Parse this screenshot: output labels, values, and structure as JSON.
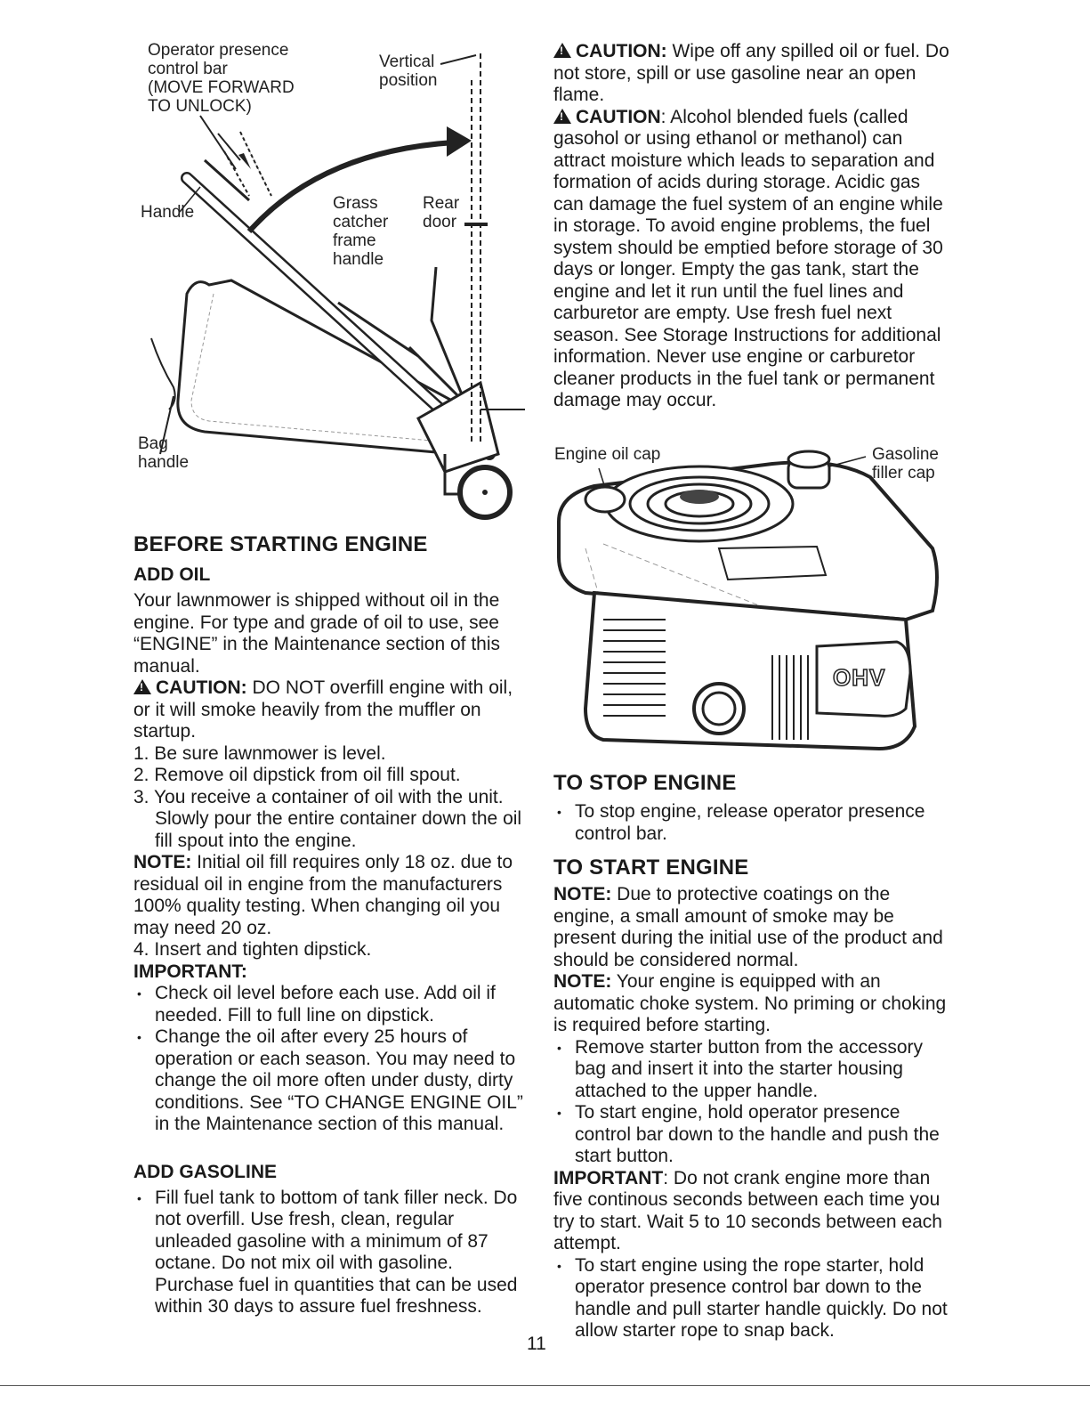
{
  "figure1": {
    "label_operator_bar": [
      "Operator presence",
      "control bar",
      "(MOVE FORWARD",
      "TO UNLOCK)"
    ],
    "label_vertical": [
      "Vertical",
      "position"
    ],
    "label_handle": "Handle",
    "label_grass_catcher": [
      "Grass",
      "catcher",
      "frame",
      "handle"
    ],
    "label_rear_door": [
      "Rear",
      "door"
    ],
    "label_bag_handle": [
      "Bag",
      "handle"
    ]
  },
  "figure2": {
    "label_oil_cap": "Engine oil cap",
    "label_gas_cap": [
      "Gasoline",
      "filler cap"
    ],
    "engine_badge": "OHV"
  },
  "left": {
    "heading": "BEFORE STARTING ENGINE",
    "add_oil_heading": "ADD OIL",
    "add_oil_intro": "Your lawnmower is shipped without oil in the engine. For type and grade of oil to use, see “ENGINE” in the Maintenance section of this manual.",
    "caution_label": "CAUTION:",
    "caution_text": " DO NOT overfill engine with oil, or it will smoke heavily from the muffler on startup.",
    "steps": [
      "1.  Be sure lawnmower is level.",
      "2.  Remove oil dipstick from oil fill spout.",
      "3.  You receive a container of oil with the unit. Slowly pour the entire container down the oil fill spout into the engine."
    ],
    "note_label": "NOTE:",
    "note_text": " Initial oil fill requires only 18 oz. due to residual oil in engine from the manufacturers 100% quality testing. When changing oil you may need 20 oz.",
    "step4": "4.  Insert and tighten dipstick.",
    "important_label": "IMPORTANT:",
    "important_items": [
      "Check oil level before each use. Add oil if needed. Fill to full line on dipstick.",
      "Change the oil after every 25 hours of operation or each season. You may need to change the oil more often under dusty, dirty conditions. See “TO CHANGE ENGINE OIL” in the Maintenance section of this manual."
    ],
    "add_gas_heading": "ADD GASOLINE",
    "gas_items": [
      "Fill fuel tank to bottom of tank filler neck. Do not overfill. Use fresh, clean, regular unleaded gasoline with a minimum of 87 octane. Do not mix oil with gasoline. Purchase fuel in quantities that can be used within 30 days to assure fuel freshness."
    ]
  },
  "right": {
    "caution1_label": "CAUTION:",
    "caution1_text": " Wipe off any spilled oil or fuel. Do not store, spill or use gasoline near an open flame.",
    "caution2_label": "CAUTION",
    "caution2_text": ": Alcohol blended fuels (called gasohol or using ethanol or methanol) can attract moisture which leads to separation and formation of acids during storage. Acidic gas can damage the fuel system of an engine while in storage. To avoid engine problems, the fuel system should be emptied before storage of 30 days or longer. Empty the gas tank, start the engine and let it run until the fuel lines and carburetor are empty. Use fresh fuel next season. See Storage Instructions for additional information. Never use engine or carburetor cleaner products in the fuel tank or permanent damage may occur.",
    "stop_heading": "TO STOP ENGINE",
    "stop_items": [
      "To stop engine, release operator presence control bar."
    ],
    "start_heading": "TO START ENGINE",
    "note1_label": "NOTE:",
    "note1_text": " Due to protective coatings on the engine, a small amount of smoke may be present during the initial use of the product and should be considered normal.",
    "note2_label": "NOTE:",
    "note2_text": " Your engine is equipped with an automatic choke system. No priming or choking is required before starting.",
    "start_items": [
      "Remove starter button from the accessory bag and insert it into the starter housing attached to the upper handle.",
      "To start engine, hold operator presence control bar down to the handle and push the start button."
    ],
    "important_label": "IMPORTANT",
    "important_text": ": Do not crank engine more than five continous seconds between each time you try to start. Wait 5 to 10 seconds between each attempt.",
    "rope_items": [
      "To start engine using the rope starter, hold operator presence control bar down to the handle and pull starter handle quickly. Do not allow starter rope to snap back."
    ]
  },
  "page_number": "11"
}
